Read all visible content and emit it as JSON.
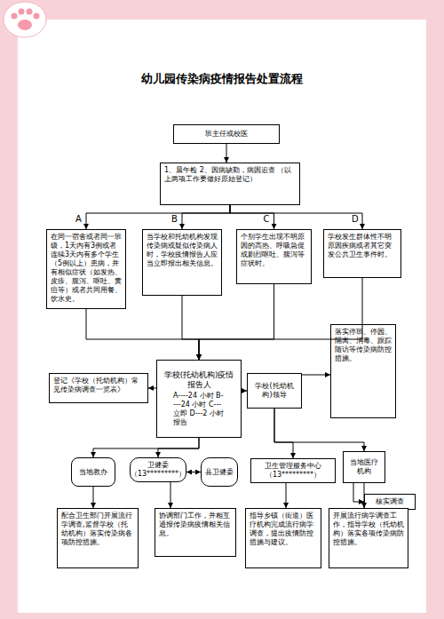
{
  "diagram": {
    "title": "幼儿园传染病疫情报告处置流程",
    "nodes": [
      {
        "text": [
          "班主任或校医"
        ]
      },
      {
        "text": [
          "1、晨午检 2、因病缺勤，病因追查 （以上两项工作要做好原始登记）"
        ]
      },
      {
        "text": [
          "在同一宿舍或者同一班级，1天内有3例或者连续3天内有多个学生（5例以上）患病，并有相似症状（如发热、皮疹、腹泻、呕吐、黄疸等）或者共同用餐、饮水史。"
        ]
      },
      {
        "text": [
          "当学校和托幼机构发现传染病或疑似传染病人时，学校疫情报告人应当立即报出相关信息。"
        ]
      },
      {
        "text": [
          "个别学生出现不明原因的高热、呼吸急促或剧烈呕吐、腹泻等症状时。"
        ]
      },
      {
        "text": [
          "学校发生群体性不明原因疾病或者其它突发公共卫生事件时。"
        ]
      },
      {
        "text": [
          "学校(托幼机构)疫情报告人",
          "A----24 小时 B----24 小时 C---立即 D---2 小时 报告"
        ]
      },
      {
        "text": [
          "登记《学校（托幼机构）常见传染病调查一览表》"
        ]
      },
      {
        "text": [
          "学校(托幼机构)领导"
        ]
      },
      {
        "text": [
          "落实停班、停园、隔离、消毒、跟踪随访等传染病防控措施。"
        ]
      },
      {
        "text": [
          "当地教办"
        ]
      },
      {
        "text": [
          "卫健委 （13*********）"
        ]
      },
      {
        "text": [
          "县卫健委"
        ]
      },
      {
        "text": [
          "卫生管理服务中心（13*********）"
        ]
      },
      {
        "text": [
          "当地医疗机构"
        ]
      },
      {
        "text": [
          "核实调查"
        ]
      },
      {
        "text": [
          "配合卫生部门开展流行学调查,监督学校（托幼机构）落实传染病各项防控措施。"
        ]
      },
      {
        "text": [
          "协调部门工作，并相互通报传染病疫情相关信息。"
        ]
      },
      {
        "text": [
          "指导乡镇（街道）医疗机构完成流行病学调查，提出疫情防控措施与建议。"
        ]
      },
      {
        "text": [
          "开展流行病学调查工作，指导学校（托幼机构）落实各项传染病防控措施。"
        ]
      }
    ],
    "edges": [
      {
        "from": 0,
        "to": 1,
        "arrow": "to"
      },
      {
        "from": 1,
        "to": 2,
        "arrow": "to",
        "label": "A"
      },
      {
        "from": 1,
        "to": 3,
        "arrow": "to",
        "label": "B"
      },
      {
        "from": 1,
        "to": 4,
        "arrow": "to",
        "label": "C"
      },
      {
        "from": 1,
        "to": 5,
        "arrow": "to",
        "label": "D"
      },
      {
        "from": 2,
        "to": 6,
        "arrow": "to"
      },
      {
        "from": 3,
        "to": 6,
        "arrow": "to"
      },
      {
        "from": 4,
        "to": 6,
        "arrow": "to"
      },
      {
        "from": 5,
        "to": 6,
        "arrow": "to"
      },
      {
        "from": 6,
        "to": 7,
        "arrow": "to"
      },
      {
        "from": 6,
        "to": 8,
        "arrow": "to"
      },
      {
        "from": 8,
        "to": 9,
        "arrow": "to"
      },
      {
        "from": 6,
        "to": 10,
        "arrow": "to"
      },
      {
        "from": 6,
        "to": 11,
        "arrow": "to"
      },
      {
        "from": 11,
        "to": 12,
        "arrow": "both"
      },
      {
        "from": 8,
        "to": 13,
        "arrow": "to"
      },
      {
        "from": 8,
        "to": 14,
        "arrow": "to"
      },
      {
        "from": 14,
        "to": 15,
        "arrow": "to"
      },
      {
        "from": 10,
        "to": 16,
        "arrow": "to"
      },
      {
        "from": 11,
        "to": 17,
        "arrow": "to"
      },
      {
        "from": 13,
        "to": 18,
        "arrow": "to"
      },
      {
        "from": 14,
        "to": 19,
        "arrow": "to"
      }
    ]
  }
}
